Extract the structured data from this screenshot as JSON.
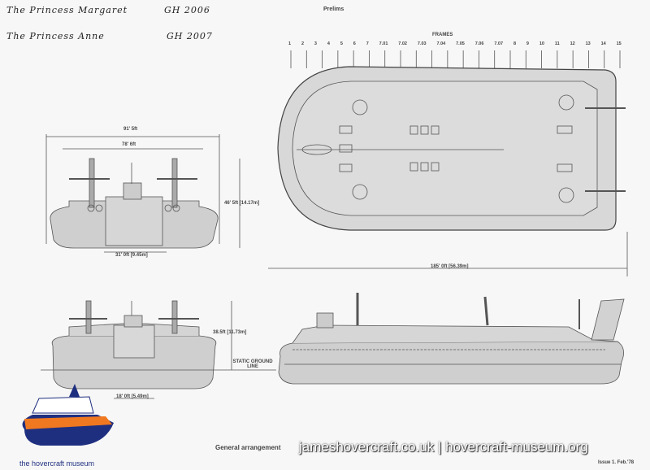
{
  "notes": {
    "line1": {
      "name": "The Princess Margaret",
      "code": "GH 2006"
    },
    "line2": {
      "name": "The Princess Anne",
      "code": "GH 2007"
    }
  },
  "header": {
    "status": "Prelims",
    "frames_label": "FRAMES"
  },
  "frames": [
    "1",
    "2",
    "3",
    "4",
    "5",
    "6",
    "7",
    "7.01",
    "7.02",
    "7.03",
    "7.04",
    "7.05",
    "7.06",
    "7.07",
    "8",
    "9",
    "10",
    "11",
    "12",
    "13",
    "14",
    "15"
  ],
  "dimensions": {
    "overall_width": "91' 5ft",
    "structure_width": "78' 6ft",
    "height_front": "46' 5ft [14.17m]",
    "hull_width_front": "31' 0ft [9.45m]",
    "overall_length": "185' 0ft [56.39m]",
    "height_rear": "38.5ft [11.73m]",
    "static_ground_line": "STATIC GROUND LINE",
    "hull_width_rear": "18' 0ft [5.49m]"
  },
  "footer": {
    "title": "General arrangement",
    "issue": "Issue 1. Feb.'78",
    "watermark": "jameshovercraft.co.uk | hovercraft-museum.org",
    "logo_text": "the hovercraft museum"
  },
  "colors": {
    "hull": "#d4d4d4",
    "line": "#555555",
    "logo_orange": "#f07820",
    "logo_blue": "#1f2f80"
  }
}
